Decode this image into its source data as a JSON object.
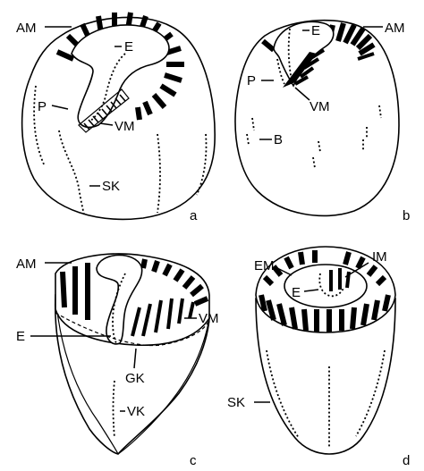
{
  "panels": {
    "a": {
      "letter": "a",
      "labels": {
        "am": "AM",
        "e": "E",
        "p": "P",
        "vm": "VM",
        "sk": "SK"
      }
    },
    "b": {
      "letter": "b",
      "labels": {
        "e": "E",
        "am": "AM",
        "p": "P",
        "vm": "VM",
        "b": "B"
      }
    },
    "c": {
      "letter": "c",
      "labels": {
        "am": "AM",
        "vm": "VM",
        "e": "E",
        "gk": "GK",
        "vk": "VK"
      }
    },
    "d": {
      "letter": "d",
      "labels": {
        "em": "EM",
        "im": "IM",
        "e": "E",
        "sk": "SK"
      }
    }
  }
}
